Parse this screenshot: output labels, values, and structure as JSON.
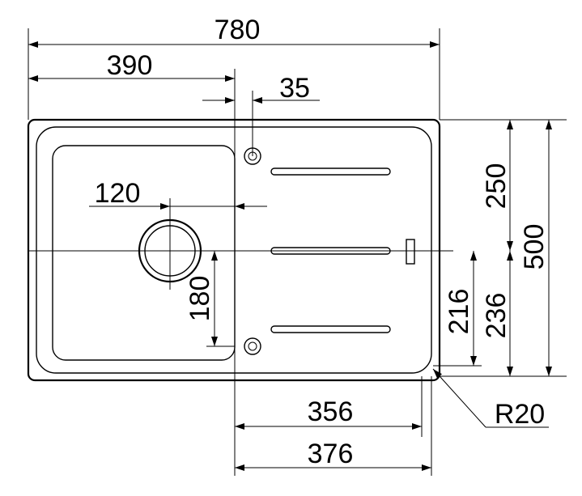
{
  "dimensions": {
    "overall_width": "780",
    "half_width": "390",
    "offset_35": "35",
    "drain_offset": "120",
    "bowl_height_180": "180",
    "drainer_356": "356",
    "drainer_376": "376",
    "height_250": "250",
    "height_500": "500",
    "height_216": "216",
    "height_236": "236",
    "radius": "R20"
  },
  "colors": {
    "line": "#000000",
    "background": "#ffffff"
  }
}
